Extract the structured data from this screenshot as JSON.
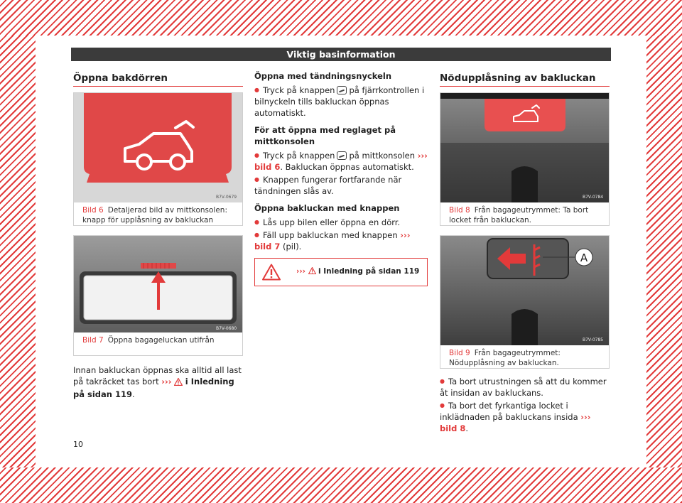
{
  "header": {
    "title": "Viktig basinformation"
  },
  "left": {
    "title": "Öppna bakdörren",
    "fig6": {
      "label": "Bild 6",
      "caption": "Detaljerad bild av mittkonsolen: knapp för upplåsning av bakluckan",
      "code": "B7V-0679"
    },
    "fig7": {
      "label": "Bild 7",
      "caption": "Öppna bagageluckan utifrån",
      "code": "B7V-0680"
    },
    "body_prefix": "Innan bakluckan öppnas ska alltid all last på takräcket tas bort",
    "body_link": "i Inledning på sidan 119",
    "body_suffix": "."
  },
  "middle": {
    "h1": "Öppna med tändningsnyckeln",
    "b1_prefix": "Tryck på knappen",
    "b1_suffix": "på fjärrkontrollen i bilnyckeln tills bakluckan öppnas automatiskt.",
    "h2": "För att öppna med reglaget på mittkonsolen",
    "b2_prefix": "Tryck på knappen",
    "b2_mid": "på mittkonsolen",
    "b2_link": "bild 6",
    "b2_suffix": ". Bakluckan öppnas automatiskt.",
    "b3": "Knappen fungerar fortfarande när tändningen slås av.",
    "h3": "Öppna bakluckan med knappen",
    "b4": "Lås upp bilen eller öppna en dörr.",
    "b5_prefix": "Fäll upp bakluckan med knappen",
    "b5_link": "bild 7",
    "b5_suffix": "(pil).",
    "warning": "i Inledning på sidan 119"
  },
  "right": {
    "title": "Nödupplåsning av bakluckan",
    "fig8": {
      "label": "Bild 8",
      "caption": "Från bagageutrymmet: Ta bort locket från bakluckan.",
      "code": "B7V-0784"
    },
    "fig9": {
      "label": "Bild 9",
      "caption": "Från bagageutrymmet: Nödupplåsning av bakluckan.",
      "code": "B7V-0785",
      "marker": "A"
    },
    "b1": "Ta bort utrustningen så att du kommer åt insidan av bakluckans.",
    "b2_prefix": "Ta bort det fyrkantiga locket i inklädnaden på bakluckans insida",
    "b2_link": "bild 8",
    "b2_suffix": "."
  },
  "page_number": "10",
  "colors": {
    "accent": "#e23a3a",
    "header_bg": "#3b3b3b"
  }
}
